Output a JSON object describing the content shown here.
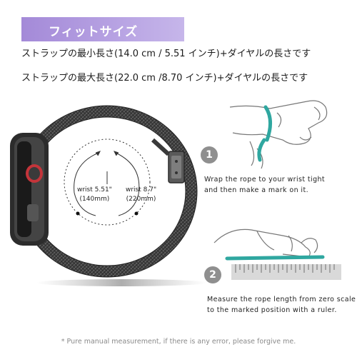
{
  "banner": {
    "title": "フィットサイズ"
  },
  "sizes": {
    "min_line": "ストラップの最小長さ(14.0 cm / 5.51 インチ)+ダイヤルの長さです",
    "max_line": "ストラップの最大長さ(22.0 cm /8.70 インチ)+ダイヤルの長さです"
  },
  "diagram": {
    "min_label": "wrist 5.51\"",
    "min_label_mm": "(140mm)",
    "max_label": "wrist 8.7\"",
    "max_label_mm": "(220mm)"
  },
  "steps": [
    {
      "number": "1",
      "line1": "Wrap the rope to your wrist tight",
      "line2": "and then make a mark on it."
    },
    {
      "number": "2",
      "line1": "Measure the rope length from zero scale",
      "line2": "to the marked position with a ruler."
    }
  ],
  "footer": {
    "disclaimer": "* Pure manual measurement, if there is any error, please forgive me."
  },
  "colors": {
    "banner": "#a48ad8",
    "rope": "#2fa7a0",
    "watch": "#3a3a3a",
    "crown": "#c4343a"
  }
}
